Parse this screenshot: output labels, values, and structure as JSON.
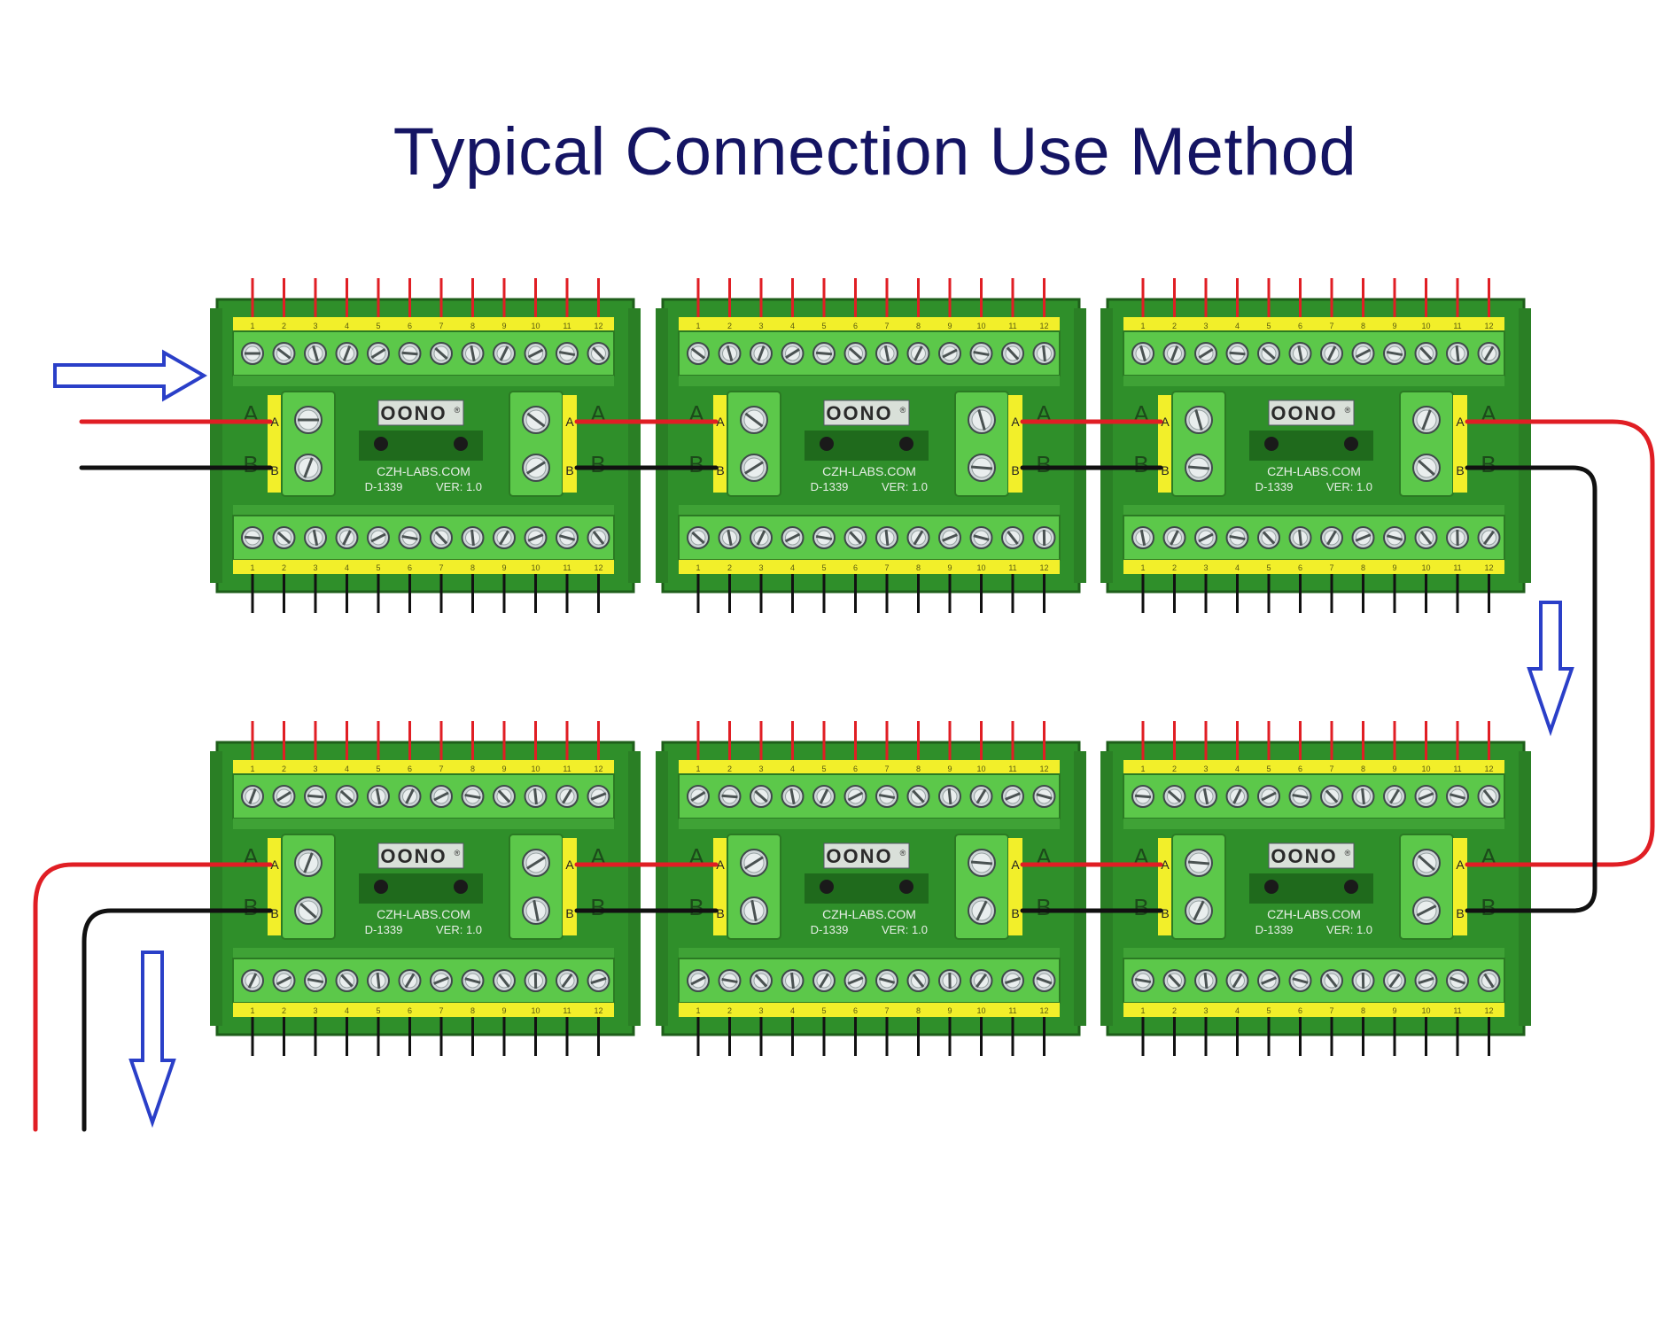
{
  "title": "Typical Connection Use Method",
  "board": {
    "brand": "OONO",
    "brand_mark": "®",
    "website": "CZH-LABS.COM",
    "model": "D-1339",
    "version": "VER: 1.0",
    "label_a": "A",
    "label_b": "B",
    "terminal_count_top": 12,
    "terminal_count_bottom": 12,
    "pin_numbers": [
      "1",
      "2",
      "3",
      "4",
      "5",
      "6",
      "7",
      "8",
      "9",
      "10",
      "11",
      "12"
    ]
  },
  "layout": {
    "rows": 2,
    "columns": 3,
    "board_count": 6
  },
  "colors": {
    "pcb_green": "#2f8f2a",
    "terminal_green": "#5cc84a",
    "label_yellow": "#f2ef2a",
    "wire_a": "#e01e24",
    "wire_b": "#111111",
    "flow_arrow": "#2a3fc8",
    "title": "#141463"
  },
  "icons": {
    "input_arrow": "right-arrow-icon",
    "flow_arrow": "down-arrow-icon"
  }
}
